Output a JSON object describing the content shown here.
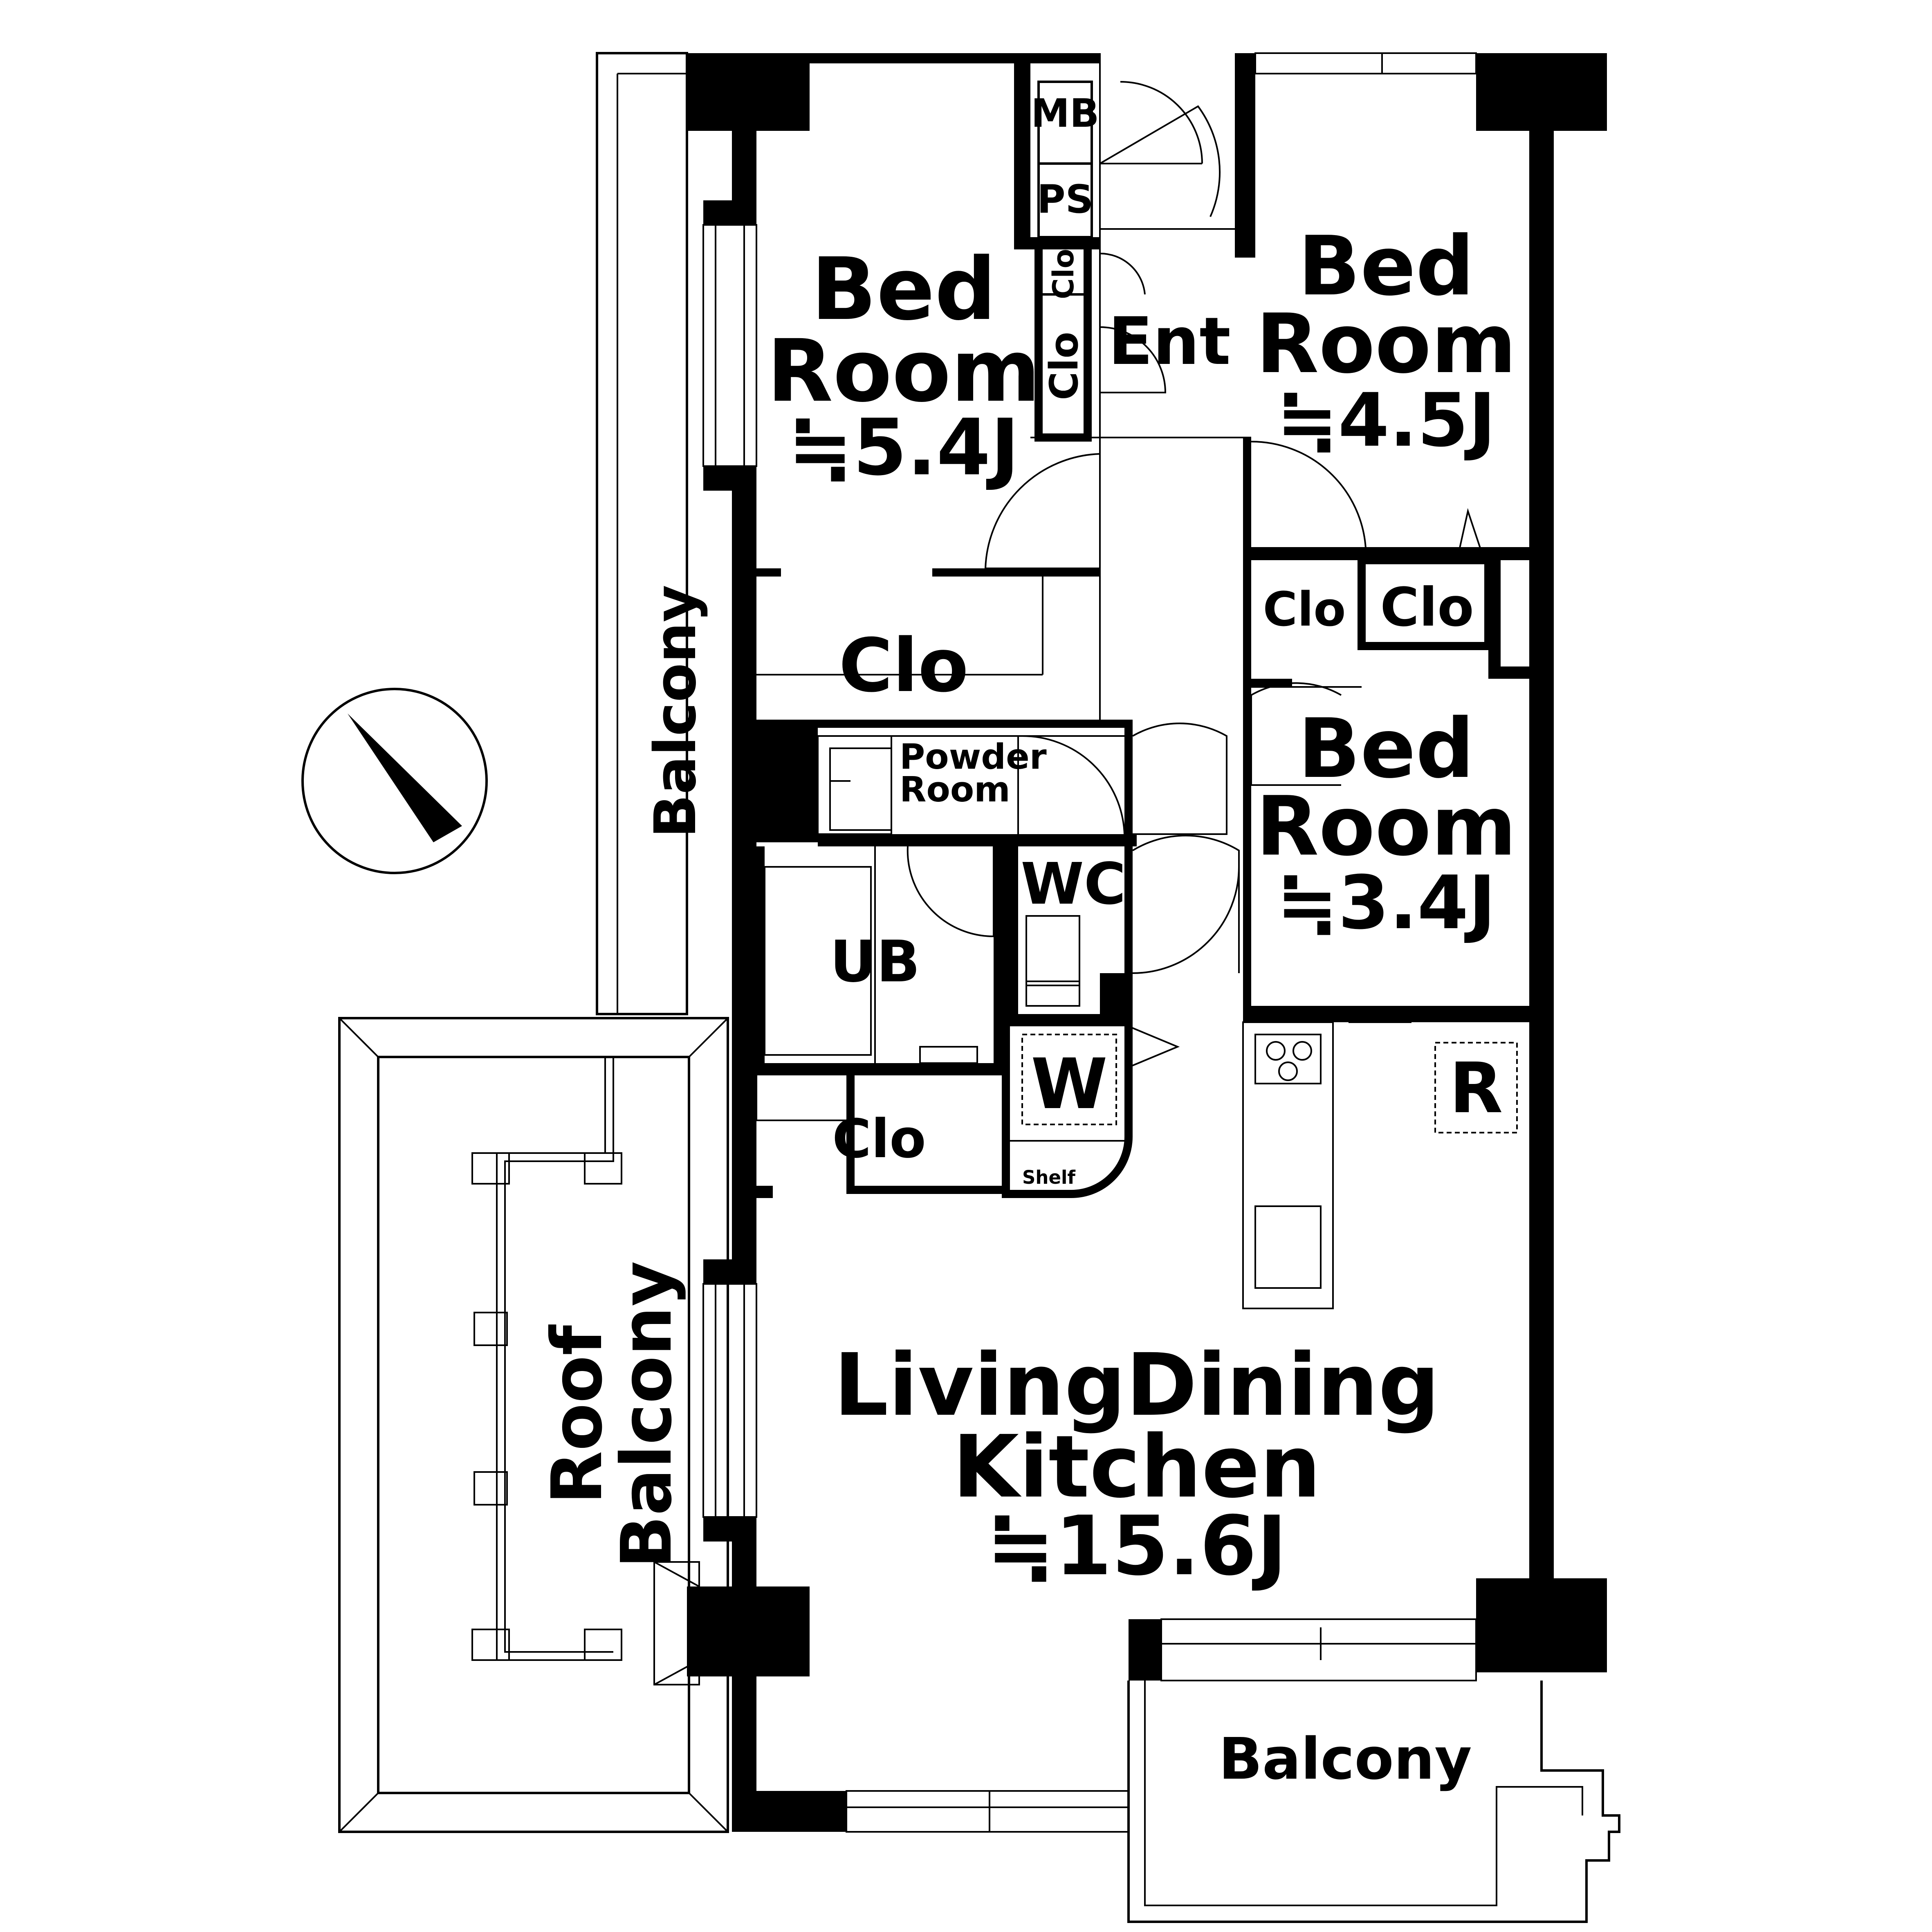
{
  "rooms": {
    "bed_a": {
      "line1": "Bed",
      "line2": "Room",
      "size": "≒5.4J"
    },
    "bed_b": {
      "line1": "Bed",
      "line2": "Room",
      "size": "≒4.5J"
    },
    "bed_c": {
      "line1": "Bed",
      "line2": "Room",
      "size": "≒3.4J"
    },
    "ldk": {
      "line1": "LivingDining",
      "line2": "Kitchen",
      "size": "≒15.6J"
    }
  },
  "labels": {
    "mb": "MB",
    "ps": "PS",
    "clo_small_top": "Clo",
    "clo_small_ent": "Clo",
    "ent": "Ent",
    "clo_bed_a": "Clo",
    "clo_bed_b_1": "Clo",
    "clo_bed_b_2": "Clo",
    "powder_1": "Powder",
    "powder_2": "Room",
    "wc": "WC",
    "ub": "UB",
    "w": "W",
    "shelf": "Shelf",
    "clo_hall": "Clo",
    "r": "R",
    "balcony_west": "Balcony",
    "roof_1": "Roof",
    "roof_2": "Balcony",
    "balcony_south": "Balcony"
  },
  "compass": {
    "icon": "north-arrow-icon"
  }
}
